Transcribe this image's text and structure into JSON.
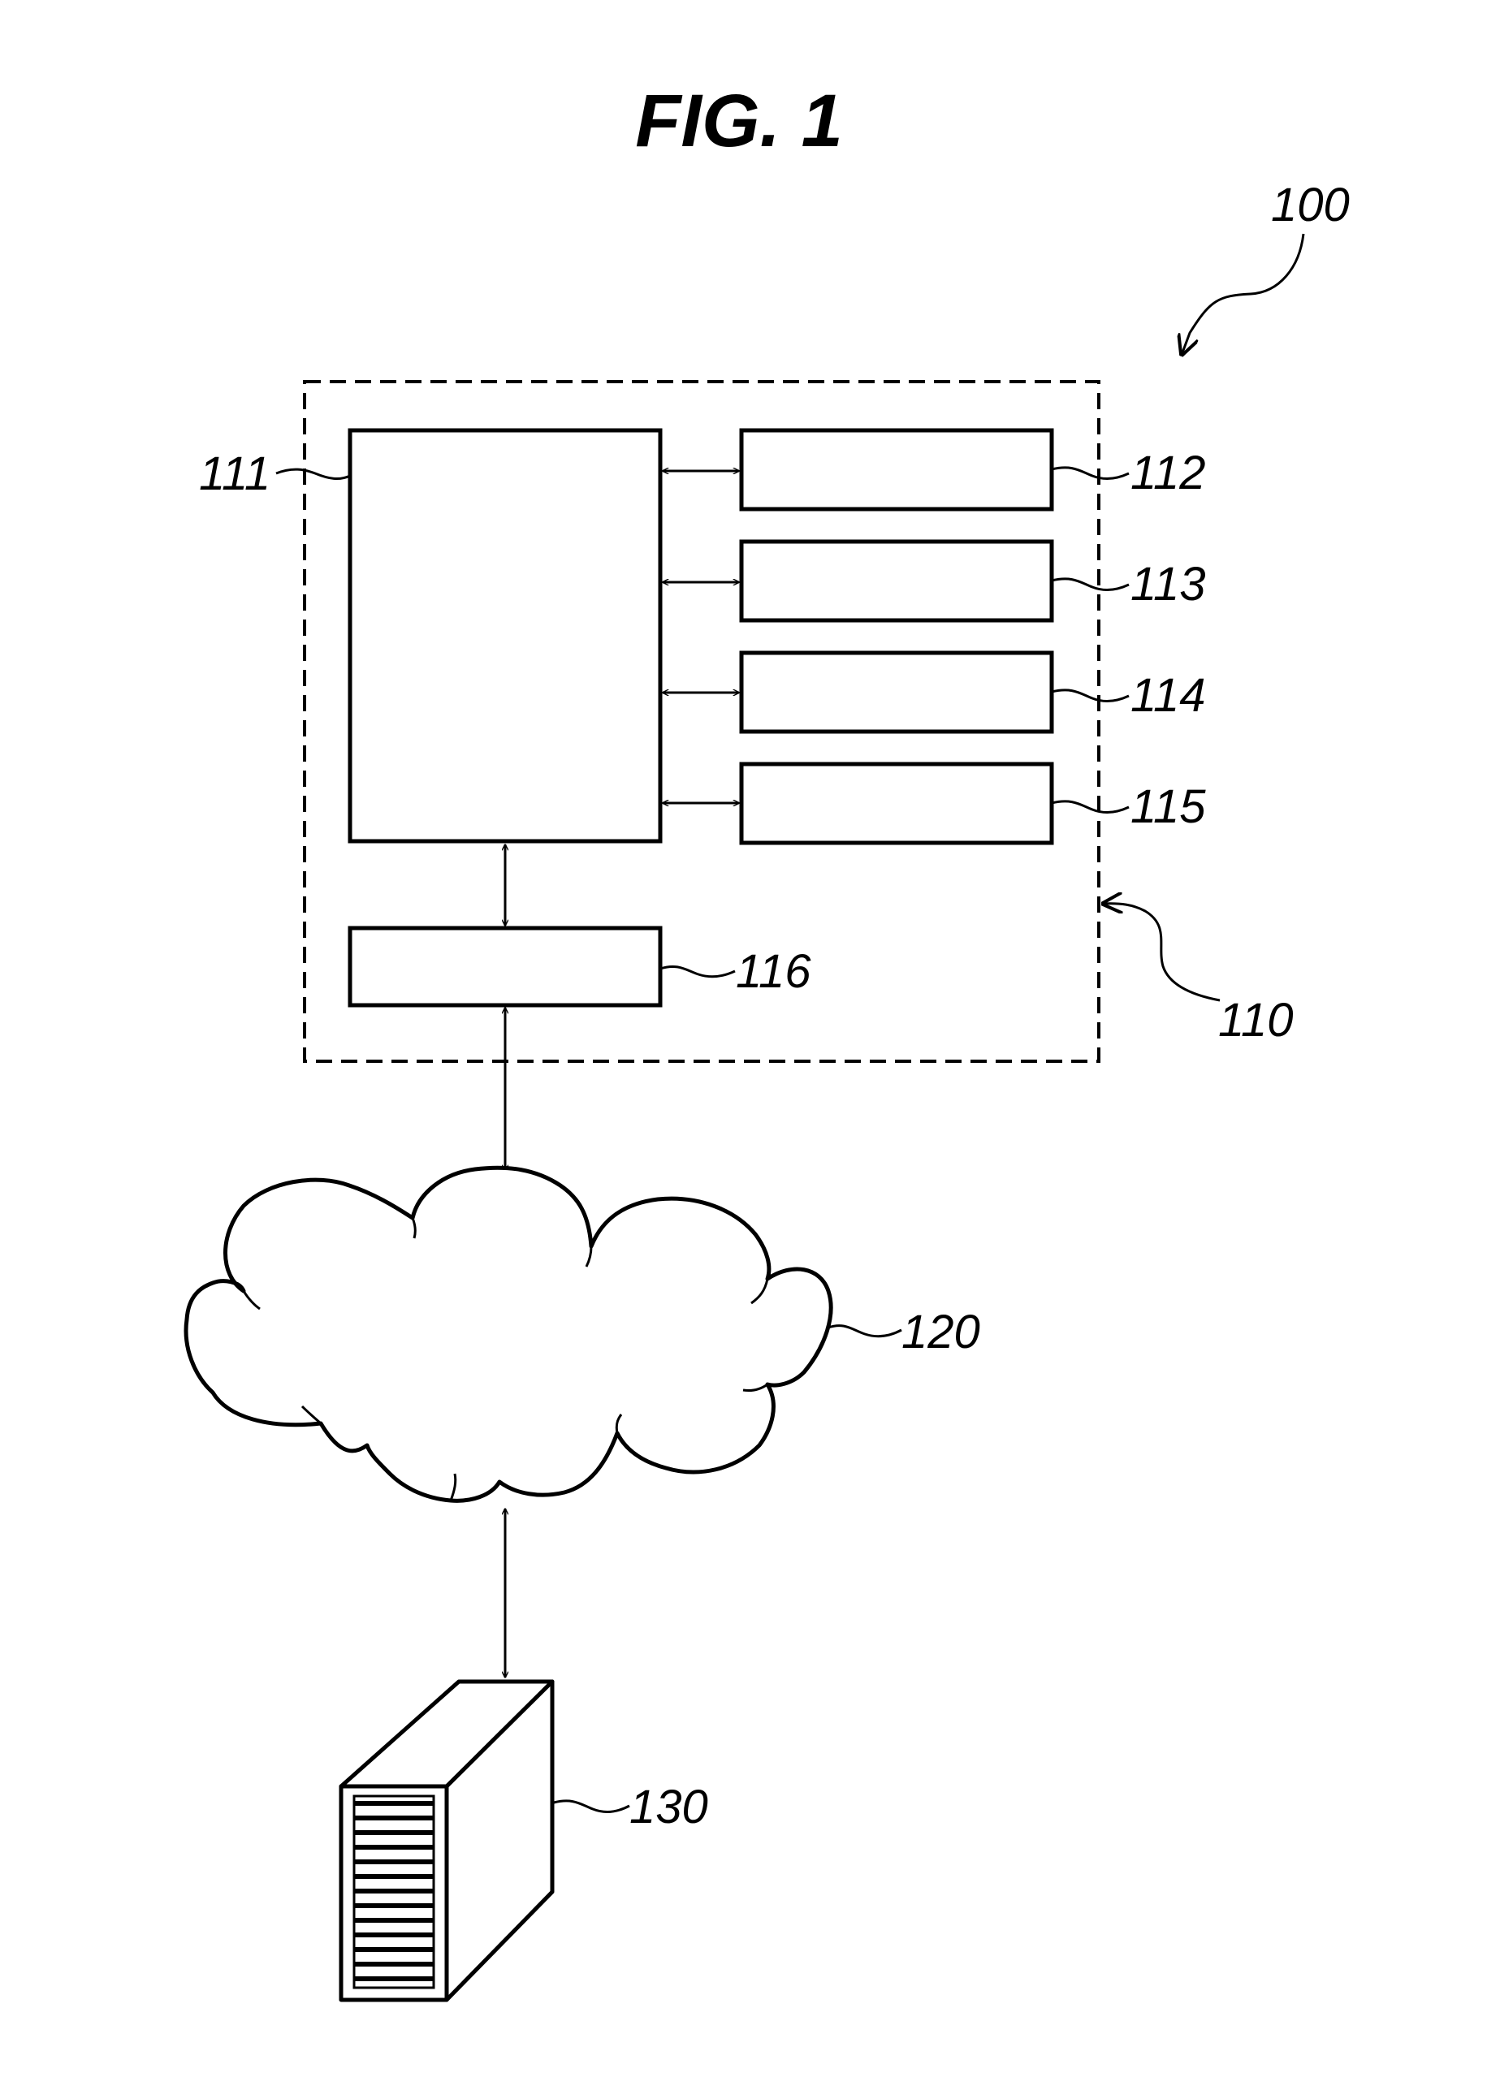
{
  "figure": {
    "title": "FIG. 1"
  },
  "labels": {
    "system": "100",
    "device": "110",
    "block_111": "111",
    "block_112": "112",
    "block_113": "113",
    "block_114": "114",
    "block_115": "115",
    "block_116": "116",
    "network": "120",
    "server": "130"
  }
}
